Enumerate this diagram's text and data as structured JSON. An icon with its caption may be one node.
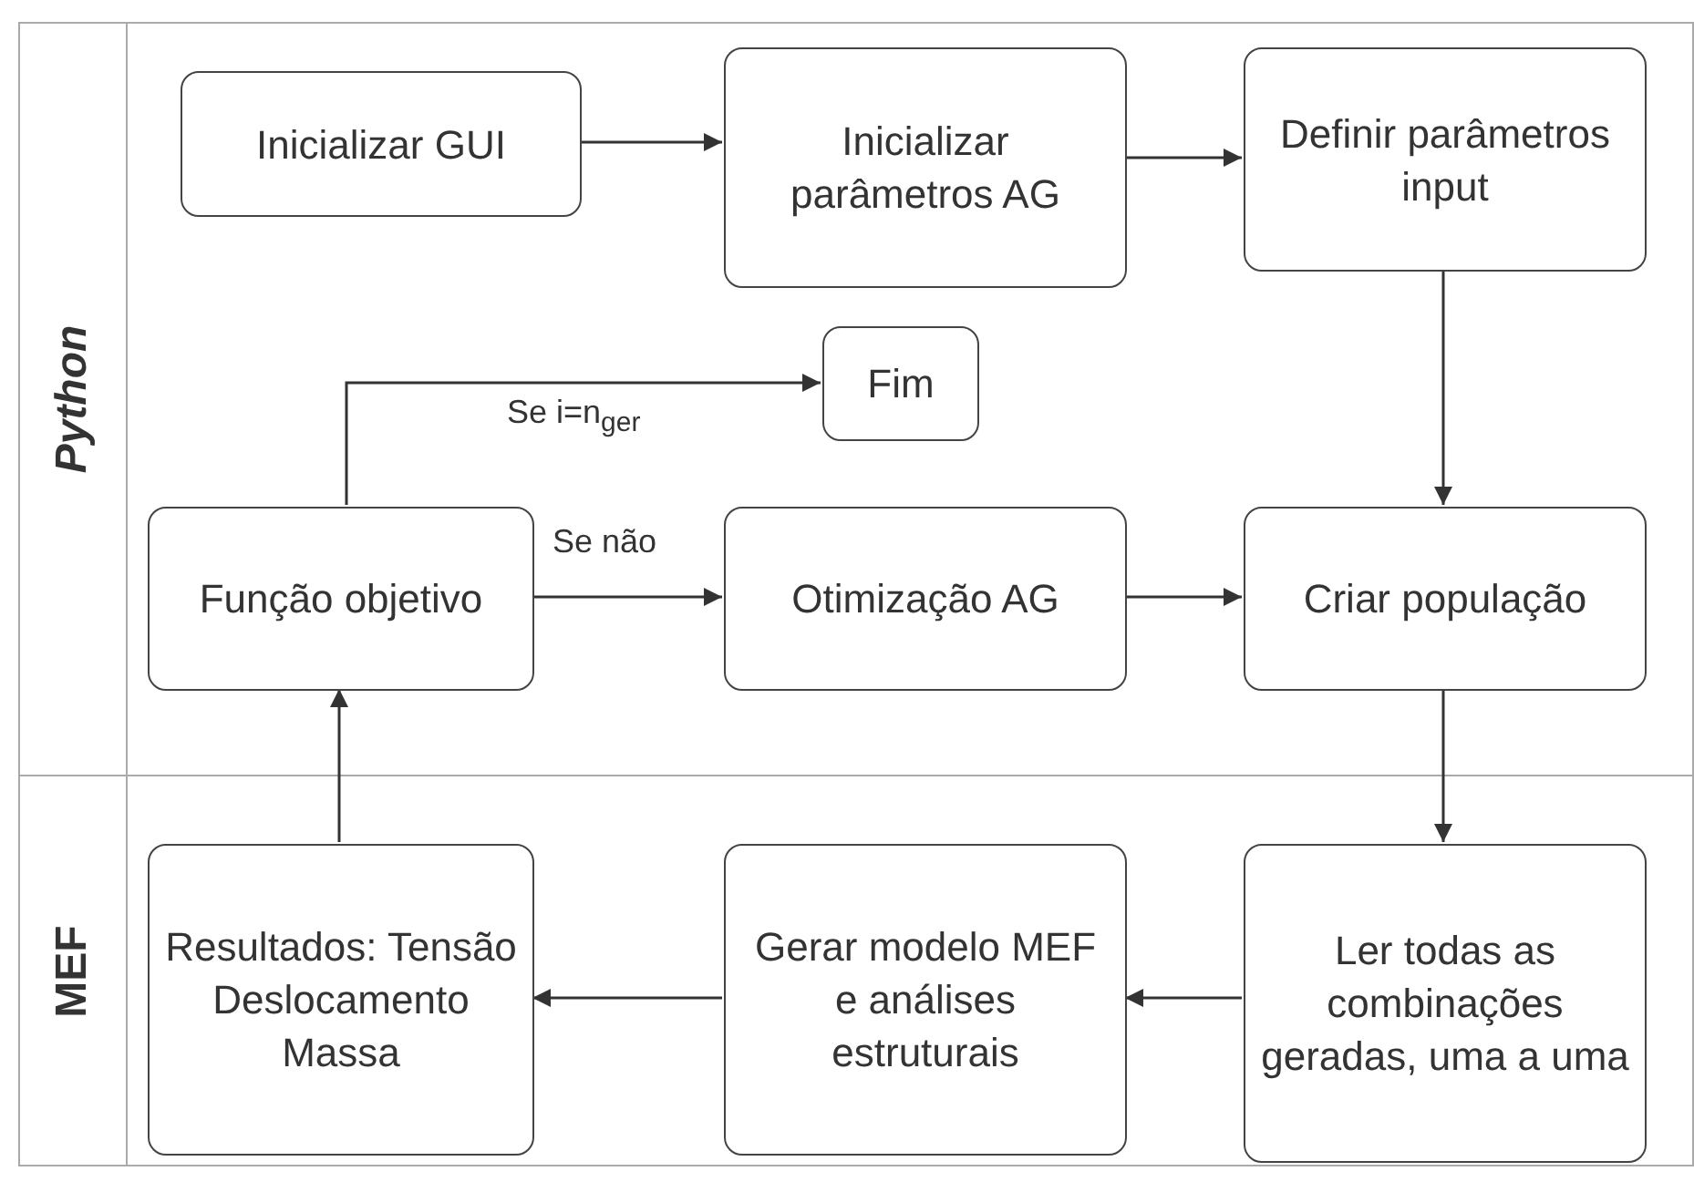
{
  "diagram": {
    "nodes": [
      {
        "text": [
          "Python"
        ]
      },
      {
        "text": [
          "MEF"
        ]
      },
      {
        "text": [
          "Inicializar GUI"
        ],
        "in": 0
      },
      {
        "text": [
          "Inicializar parâmetros AG"
        ],
        "in": 0
      },
      {
        "text": [
          "Definir parâmetros input"
        ],
        "in": 0
      },
      {
        "text": [
          "Fim"
        ],
        "in": 0
      },
      {
        "text": [
          "Função objetivo"
        ],
        "in": 0
      },
      {
        "text": [
          "Otimização AG"
        ],
        "in": 0
      },
      {
        "text": [
          "Criar população"
        ],
        "in": 0
      },
      {
        "text": [
          "Resultados: Tensão Deslocamento Massa"
        ],
        "in": 1
      },
      {
        "text": [
          "Gerar modelo MEF e análises estruturais"
        ],
        "in": 1
      },
      {
        "text": [
          "Ler todas as combinações geradas, uma a uma"
        ],
        "in": 1
      }
    ],
    "edges": [
      {
        "from": 2,
        "to": 3,
        "arrow": "to"
      },
      {
        "from": 3,
        "to": 4,
        "arrow": "to"
      },
      {
        "from": 4,
        "to": 8,
        "arrow": "to"
      },
      {
        "from": 8,
        "to": 11,
        "arrow": "to"
      },
      {
        "from": 11,
        "to": 10,
        "arrow": "to"
      },
      {
        "from": 10,
        "to": 9,
        "arrow": "to"
      },
      {
        "from": 9,
        "to": 6,
        "arrow": "to"
      },
      {
        "from": 6,
        "to": 5,
        "arrow": "to",
        "label": "Se i=n$_{ger}$"
      },
      {
        "from": 6,
        "to": 7,
        "arrow": "to",
        "label": "Se não"
      },
      {
        "from": 7,
        "to": 8,
        "arrow": "to"
      }
    ]
  }
}
